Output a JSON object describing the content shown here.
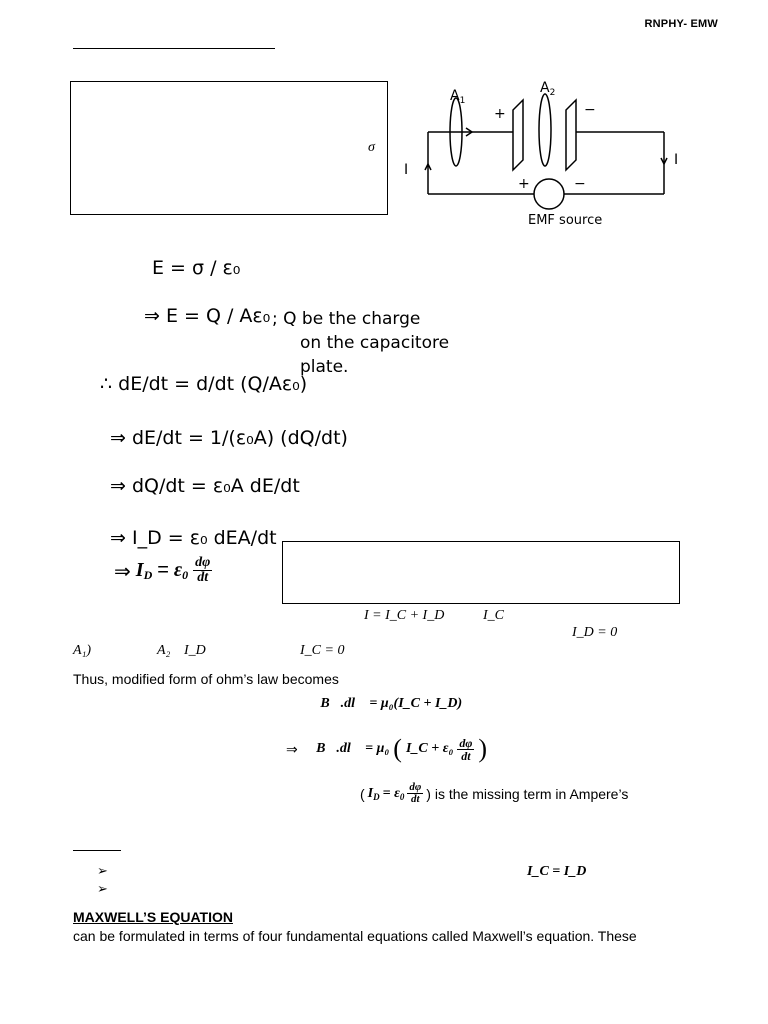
{
  "header": {
    "code": "RNPHY- EMW"
  },
  "circuit": {
    "labels": {
      "a1": "A",
      "a1_sub": "1",
      "a2": "A",
      "a2_sub": "2",
      "current_left": "I",
      "current_right": "I",
      "plus_top": "+",
      "minus_top": "−",
      "plus_bottom": "+",
      "minus_bottom": "−",
      "source": "EMF source"
    }
  },
  "box1": {
    "sigma": "σ"
  },
  "handwritten": {
    "line1": "E = σ / ε₀",
    "line2": "⇒ E = Q / Aε₀",
    "note1": "; Q be the charge",
    "note2": "on the capacitore",
    "note3": "plate.",
    "line3": "∴ dE/dt = d/dt (Q/Aε₀)",
    "line4": "⇒ dE/dt = 1/(ε₀A) (dQ/dt)",
    "line5": "⇒ dQ/dt = ε₀A dE/dt",
    "line6": "⇒ I_D = ε₀ dEA/dt"
  },
  "equations": {
    "id_def": {
      "prefix": "⇒",
      "lhs": "I",
      "lhs_sub": "D",
      "eq": "=",
      "rhs": "ε",
      "rhs_sub": "0",
      "num": "dφ",
      "den": "dt"
    },
    "sum": "I = I_C + I_D",
    "ic_label": "I_C",
    "id_zero": "I_D = 0",
    "a1_label": "A₁)",
    "a2_label": "A₂",
    "id_label": "I_D",
    "ic_zero": "I_C = 0",
    "ampere1": "∮ B⃗.dl⃗ = μ₀(I_C + I_D)",
    "ampere2_prefix": "⇒",
    "ampere2_lhs": "∮ B⃗.dl⃗ = μ₀",
    "ampere2_inner": "I_C + ε₀",
    "ampere2_num": "dφ",
    "ampere2_den": "dt",
    "missing_prefix": "(",
    "missing_lhs": "I",
    "missing_lhs_sub": "D",
    "missing_eq": "= ε",
    "missing_eq_sub": "0",
    "missing_num": "dφ",
    "missing_den": "dt",
    "missing_suffix": ") is the missing term in Ampere’s",
    "ic_eq_id": "I_C = I_D"
  },
  "text": {
    "ohms_line": "Thus, modified form of ohm’s law becomes",
    "maxwell_heading": "MAXWELL’S EQUATION",
    "maxwell_line": "can be formulated in terms of four fundamental equations called Maxwell’s equation. These"
  },
  "bullets": {
    "symbol": "➢"
  }
}
